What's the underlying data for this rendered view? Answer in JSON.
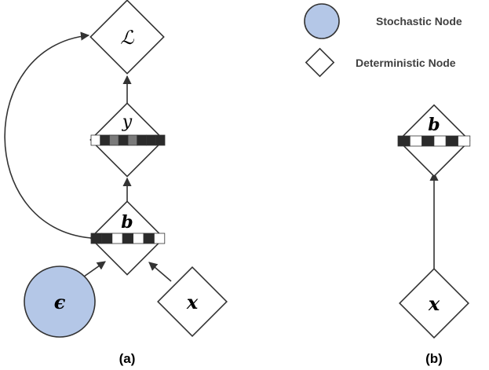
{
  "legend": {
    "stochastic_label": "Stochastic Node",
    "deterministic_label": "Deterministic Node"
  },
  "panels": {
    "a_label": "(a)",
    "b_label": "(b)"
  },
  "nodes": {
    "loss": "ℒ",
    "y": "y",
    "b": "b",
    "epsilon": "ϵ",
    "x": "x"
  },
  "colors": {
    "stochastic_fill": "#b4c7e7",
    "stroke": "#333333",
    "bit_dark": "#2b2b2b",
    "bit_light": "#ffffff",
    "bit_gray": "#7a7a7a"
  },
  "code_strips": {
    "y_cells": [
      "light",
      "dark",
      "gray",
      "dark",
      "gray",
      "dark",
      "dark",
      "dark"
    ],
    "b_a_cells": [
      "dark",
      "dark",
      "light",
      "dark",
      "light",
      "dark",
      "light"
    ],
    "b_b_cells": [
      "dark",
      "light",
      "dark",
      "light",
      "dark",
      "light"
    ]
  }
}
